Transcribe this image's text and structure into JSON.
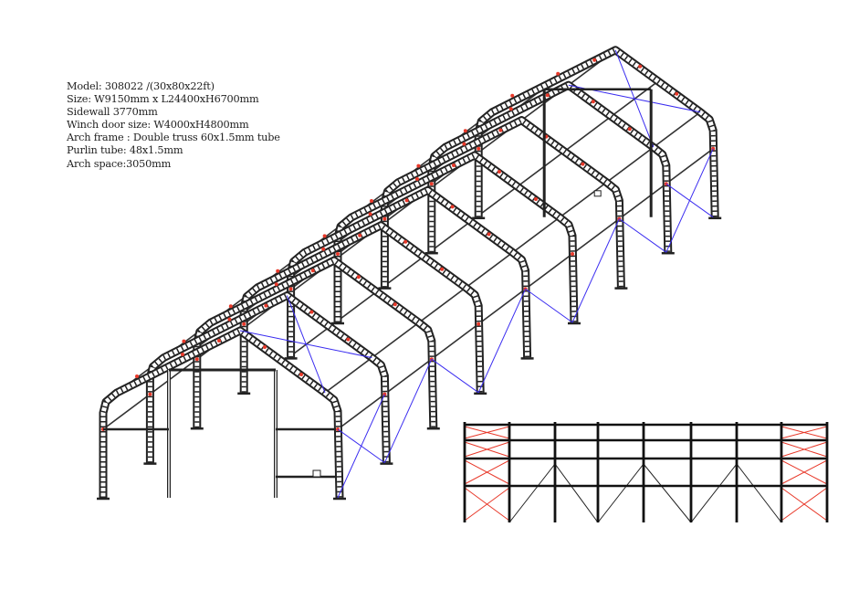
{
  "specs": {
    "model": "Model: 308022 /(30x80x22ft)",
    "size": "Size: W9150mm x L24400xH6700mm",
    "sidewall": "Sidewall 3770mm",
    "door": "Winch door size: W4000xH4800mm",
    "arch_frame": "Arch frame : Double truss 60x1.5mm tube",
    "purlin": "Purlin tube: 48x1.5mm",
    "arch_space": "Arch space:3050mm"
  },
  "structure": {
    "arch_count": 9,
    "bay_count": 8,
    "colors": {
      "frame": "#222222",
      "joint": "#e8392a",
      "bracing": "#3a2cf0",
      "side_bracing": "#e8392a"
    }
  }
}
